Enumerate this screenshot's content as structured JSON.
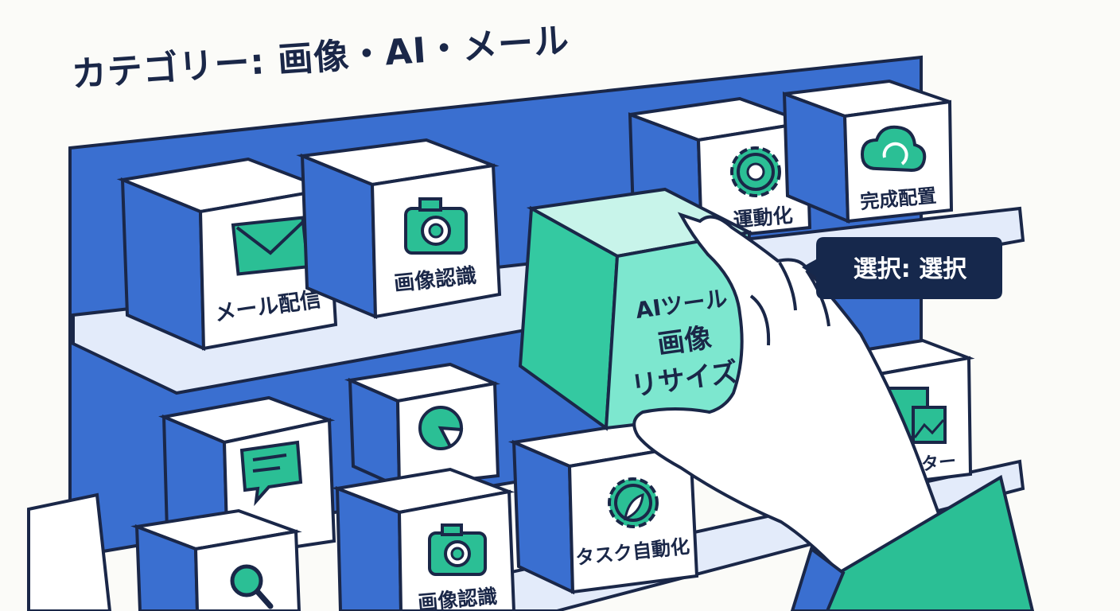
{
  "heading": "カテゴリー: 画像・AI・メール",
  "tooltip": "選択: 選択",
  "featured_box": {
    "line1": "AIツール",
    "line2": "画像",
    "line3": "リサイズ"
  },
  "shelf_top": [
    {
      "label": "メール配信",
      "icon": "envelope-icon"
    },
    {
      "label": "画像認識",
      "icon": "camera-icon"
    },
    {
      "label": "運動化",
      "icon": "gear-icon"
    },
    {
      "label": "完成配置",
      "icon": "cloud-sync-icon"
    }
  ],
  "shelf_bottom": [
    {
      "label": "",
      "icon": "chat-bubble-icon"
    },
    {
      "label": "",
      "icon": "pie-chart-icon"
    },
    {
      "label": "ンター",
      "icon": "image-chart-icon"
    },
    {
      "label": "",
      "icon": "magnifier-icon"
    },
    {
      "label": "画像認識",
      "icon": "camera-icon"
    },
    {
      "label": "タスク自動化",
      "icon": "gear-leaf-icon"
    }
  ],
  "colors": {
    "board": "#3a6fd0",
    "outline": "#1a2748",
    "accent_teal": "#2bbf95",
    "box_face": "#ffffff",
    "box_side": "#3a6fd0",
    "tooltip_bg": "#16284c",
    "shelf": "#dfe8f8"
  }
}
